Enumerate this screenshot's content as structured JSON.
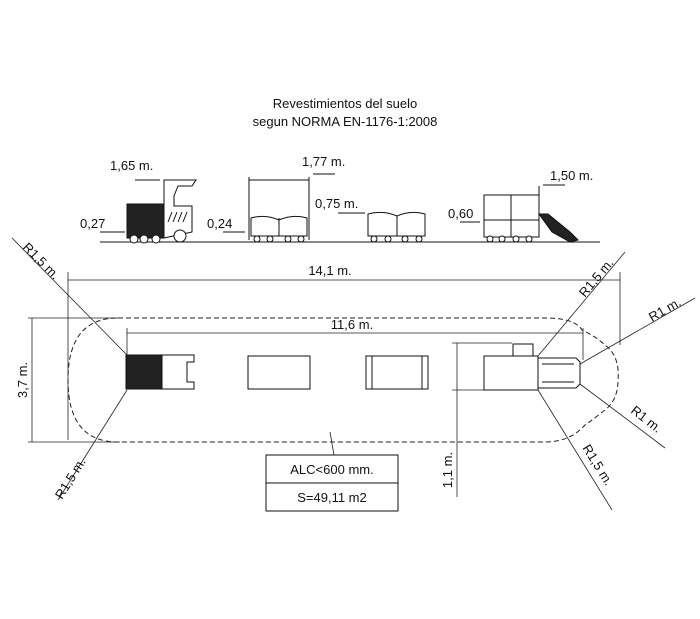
{
  "title": {
    "line1": "Revestimientos del suelo",
    "line2": "segun NORMA EN-1176-1:2008"
  },
  "elevation": {
    "train_height": "1,65 m.",
    "train_platform": "0,27",
    "wagon1_platform": "0,24",
    "wagon1_height": "1,77 m.",
    "wagon2_height": "0,75 m.",
    "tower_platform": "0,60",
    "tower_height": "1,50 m."
  },
  "plan": {
    "total_length": "14,1 m.",
    "equipment_length": "11,6 m.",
    "width": "3,7 m.",
    "offset": "1,1 m.",
    "radius_top_left": "R1,5 m.",
    "radius_bottom_left": "R1,5 m.",
    "radius_top_right": "R1,5 m.",
    "radius_right_upper": "R1 m.",
    "radius_right_lower": "R1 m.",
    "radius_bottom_right": "R1,5 m."
  },
  "info_box": {
    "alc": "ALC<600 mm.",
    "surface": "S=49,11 m2"
  }
}
